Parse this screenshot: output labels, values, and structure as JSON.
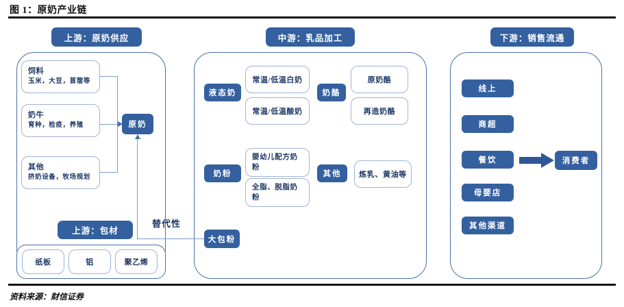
{
  "figure": {
    "title": "图 1：原奶产业链",
    "source": "资料来源：财信证券"
  },
  "colors": {
    "brand_blue": "#34609f",
    "outline_blue": "#4a6ea8",
    "light_blue": "#9eb4d6",
    "text_navy": "#1f3864",
    "rule_black": "#111111"
  },
  "sections": {
    "upstream_supply": {
      "header": "上游：原奶供应",
      "items": [
        {
          "title": "饲料",
          "detail": "玉米，大豆，苜蓿等"
        },
        {
          "title": "奶牛",
          "detail": "育种，检疫，养殖"
        },
        {
          "title": "其他",
          "detail": "挤奶设备，牧场规划"
        }
      ],
      "output": "原奶"
    },
    "upstream_packaging": {
      "header": "上游：包材",
      "items": [
        "纸板",
        "铝",
        "聚乙烯"
      ]
    },
    "midstream": {
      "header": "中游：乳品加工",
      "groups": [
        {
          "label": "液态奶",
          "products": [
            "常温/低温白奶",
            "常温/低温酸奶"
          ]
        },
        {
          "label": "奶酪",
          "products": [
            "原奶酪",
            "再造奶酪"
          ]
        },
        {
          "label": "奶粉",
          "products": [
            "婴幼儿配方奶粉",
            "全脂、脱脂奶粉"
          ]
        },
        {
          "label": "其他",
          "products": [
            "炼乳、黄油等"
          ]
        }
      ],
      "bulk_powder": "大包粉",
      "substitution_label": "替代性"
    },
    "downstream": {
      "header": "下游：销售流通",
      "channels": [
        "线上",
        "商超",
        "餐饮",
        "母婴店",
        "其他渠道"
      ],
      "consumer": "消费者"
    }
  },
  "product_lines": {
    "infant_formula_1": "婴幼儿配方奶",
    "infant_formula_2": "粉",
    "fullfat_1": "全脂、脱脂奶",
    "fullfat_2": "粉"
  }
}
